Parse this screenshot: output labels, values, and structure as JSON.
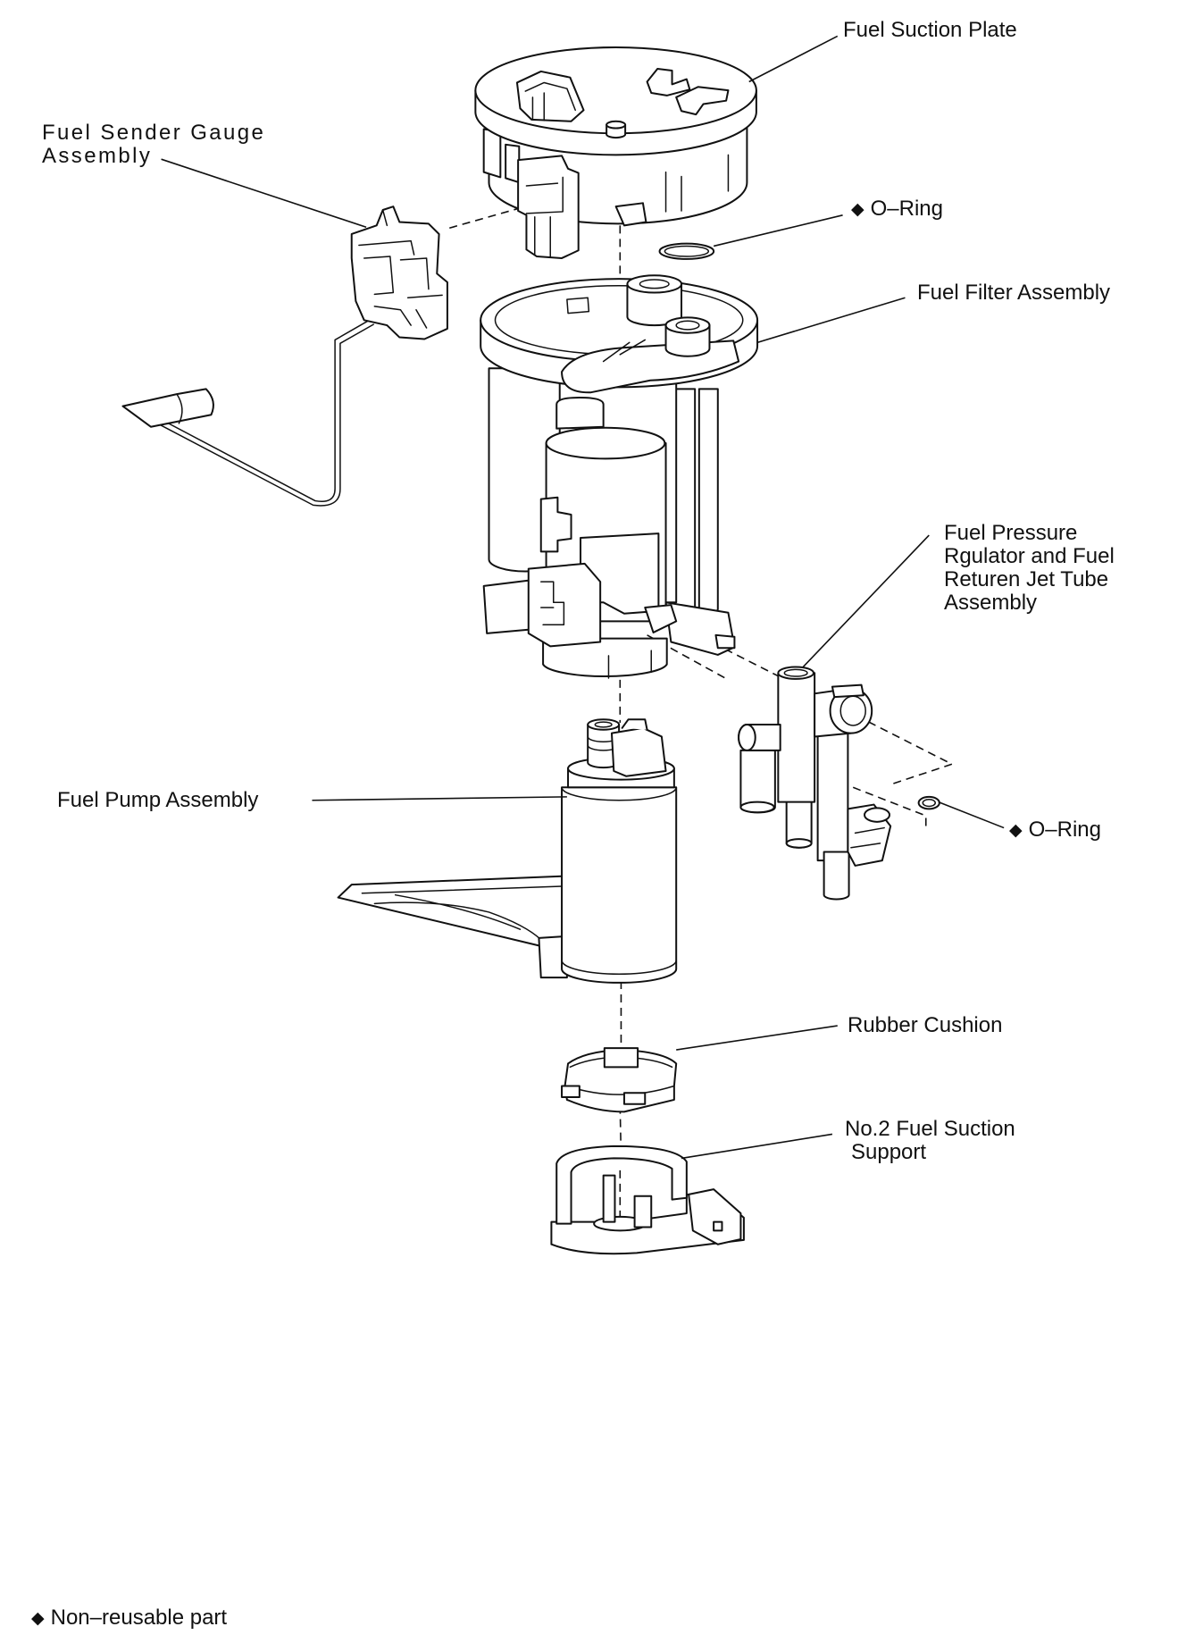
{
  "diagram": {
    "parts": {
      "fuel_suction_plate": {
        "lines": [
          "Fuel Suction Plate"
        ]
      },
      "fuel_sender_gauge_assembly": {
        "lines": [
          "Fuel Sender Gauge",
          "Assembly"
        ]
      },
      "o_ring_upper": {
        "symbol": "◆",
        "text": "O–Ring"
      },
      "fuel_filter_assembly": {
        "lines": [
          "Fuel Filter Assembly"
        ]
      },
      "fuel_pressure_regulator": {
        "lines": [
          "Fuel Pressure",
          "Rgulator and Fuel",
          "Returen Jet Tube",
          "Assembly"
        ]
      },
      "fuel_pump_assembly": {
        "lines": [
          "Fuel Pump Assembly"
        ]
      },
      "o_ring_lower": {
        "symbol": "◆",
        "text": "O–Ring"
      },
      "rubber_cushion": {
        "lines": [
          "Rubber Cushion"
        ]
      },
      "no2_fuel_suction_support": {
        "lines": [
          "No.2 Fuel Suction",
          "Support"
        ]
      }
    },
    "legend": {
      "symbol": "◆",
      "text": "Non–reusable part"
    }
  }
}
